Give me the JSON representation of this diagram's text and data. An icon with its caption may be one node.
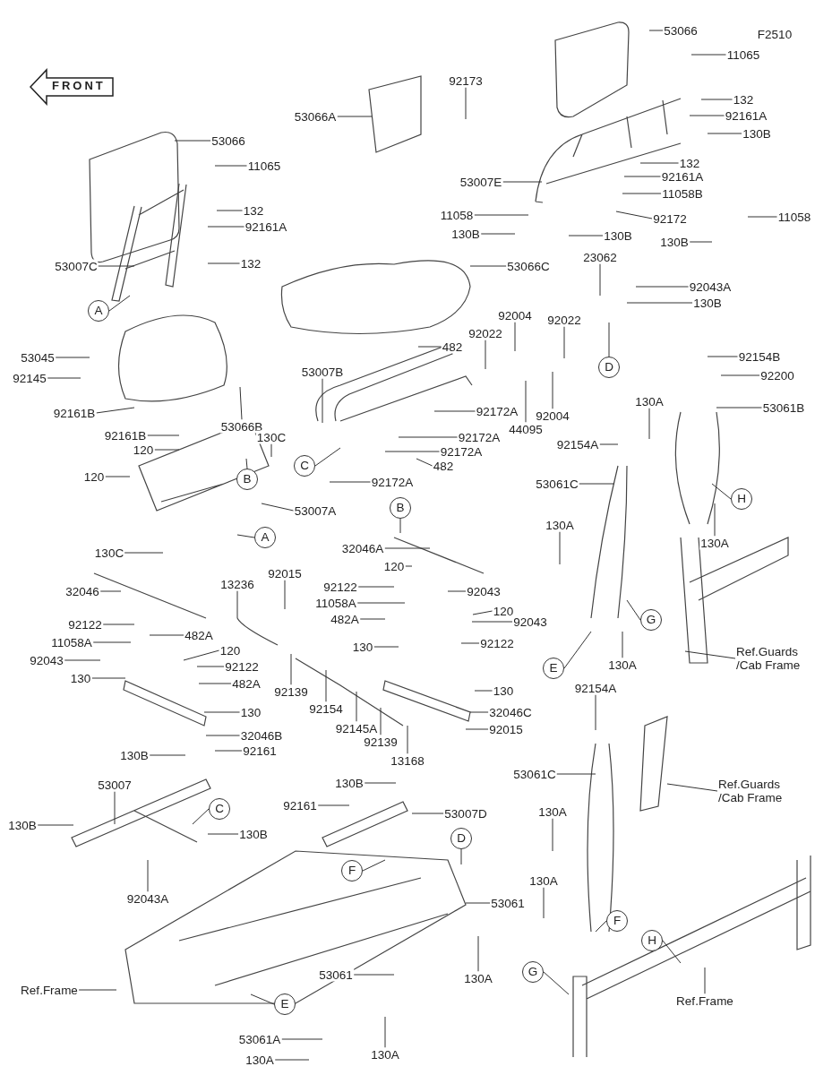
{
  "diagram": {
    "nodes": [
      {
        "text": [
          "FRONT"
        ]
      },
      {
        "text": [
          "53066"
        ]
      },
      {
        "text": [
          "11065"
        ]
      },
      {
        "text": [
          "132"
        ]
      },
      {
        "text": [
          "92161A"
        ]
      },
      {
        "text": [
          "53007C"
        ]
      },
      {
        "text": [
          "132"
        ]
      },
      {
        "text": [
          "A"
        ]
      },
      {
        "text": [
          "53066A"
        ]
      },
      {
        "text": [
          "92173"
        ]
      },
      {
        "text": [
          "53066"
        ]
      },
      {
        "text": [
          "11065"
        ]
      },
      {
        "text": [
          "132"
        ]
      },
      {
        "text": [
          "92161A"
        ]
      },
      {
        "text": [
          "130B"
        ]
      },
      {
        "text": [
          "132"
        ]
      },
      {
        "text": [
          "92161A"
        ]
      },
      {
        "text": [
          "53007E"
        ]
      },
      {
        "text": [
          "11058B"
        ]
      },
      {
        "text": [
          "11058"
        ]
      },
      {
        "text": [
          "92172"
        ]
      },
      {
        "text": [
          "11058"
        ]
      },
      {
        "text": [
          "130B"
        ]
      },
      {
        "text": [
          "130B"
        ]
      },
      {
        "text": [
          "130B"
        ]
      },
      {
        "text": [
          "53066C"
        ]
      },
      {
        "text": [
          "23062"
        ]
      },
      {
        "text": [
          "92043A"
        ]
      },
      {
        "text": [
          "130B"
        ]
      },
      {
        "text": [
          "D"
        ]
      },
      {
        "text": [
          "92004"
        ]
      },
      {
        "text": [
          "92022"
        ]
      },
      {
        "text": [
          "92022"
        ]
      },
      {
        "text": [
          "482"
        ]
      },
      {
        "text": [
          "53045"
        ]
      },
      {
        "text": [
          "92145"
        ]
      },
      {
        "text": [
          "53066B"
        ]
      },
      {
        "text": [
          "53007B"
        ]
      },
      {
        "text": [
          "92161B"
        ]
      },
      {
        "text": [
          "92161B"
        ]
      },
      {
        "text": [
          "92172A"
        ]
      },
      {
        "text": [
          "92004"
        ]
      },
      {
        "text": [
          "44095"
        ]
      },
      {
        "text": [
          "92172A"
        ]
      },
      {
        "text": [
          "92172A"
        ]
      },
      {
        "text": [
          "482"
        ]
      },
      {
        "text": [
          "92172A"
        ]
      },
      {
        "text": [
          "C"
        ]
      },
      {
        "text": [
          "120"
        ]
      },
      {
        "text": [
          "130C"
        ]
      },
      {
        "text": [
          "120"
        ]
      },
      {
        "text": [
          "B"
        ]
      },
      {
        "text": [
          "53007A"
        ]
      },
      {
        "text": [
          "A"
        ]
      },
      {
        "text": [
          "92154A"
        ]
      },
      {
        "text": [
          "53061C"
        ]
      },
      {
        "text": [
          "130A"
        ]
      },
      {
        "text": [
          "92154B"
        ]
      },
      {
        "text": [
          "92200"
        ]
      },
      {
        "text": [
          "53061B"
        ]
      },
      {
        "text": [
          "H"
        ]
      },
      {
        "text": [
          "130A"
        ]
      },
      {
        "text": [
          "B"
        ]
      },
      {
        "text": [
          "32046A"
        ]
      },
      {
        "text": [
          "130C"
        ]
      },
      {
        "text": [
          "120"
        ]
      },
      {
        "text": [
          "13236"
        ]
      },
      {
        "text": [
          "92015"
        ]
      },
      {
        "text": [
          "92122"
        ]
      },
      {
        "text": [
          "92043"
        ]
      },
      {
        "text": [
          "32046"
        ]
      },
      {
        "text": [
          "11058A"
        ]
      },
      {
        "text": [
          "482A"
        ]
      },
      {
        "text": [
          "120"
        ]
      },
      {
        "text": [
          "92043"
        ]
      },
      {
        "text": [
          "92122"
        ]
      },
      {
        "text": [
          "92122"
        ]
      },
      {
        "text": [
          "482A"
        ]
      },
      {
        "text": [
          "11058A"
        ]
      },
      {
        "text": [
          "130"
        ]
      },
      {
        "text": [
          "120"
        ]
      },
      {
        "text": [
          "92043"
        ]
      },
      {
        "text": [
          "92122"
        ]
      },
      {
        "text": [
          "130"
        ]
      },
      {
        "text": [
          "482A"
        ]
      },
      {
        "text": [
          "92139"
        ]
      },
      {
        "text": [
          "130"
        ]
      },
      {
        "text": [
          "92154"
        ]
      },
      {
        "text": [
          "130"
        ]
      },
      {
        "text": [
          "32046C"
        ]
      },
      {
        "text": [
          "92145A"
        ]
      },
      {
        "text": [
          "92015"
        ]
      },
      {
        "text": [
          "32046B"
        ]
      },
      {
        "text": [
          "92139"
        ]
      },
      {
        "text": [
          "13168"
        ]
      },
      {
        "text": [
          "130B"
        ]
      },
      {
        "text": [
          "92161"
        ]
      },
      {
        "text": [
          "92154A"
        ]
      },
      {
        "text": [
          "53061C"
        ]
      },
      {
        "text": [
          "53007"
        ]
      },
      {
        "text": [
          "130B"
        ]
      },
      {
        "text": [
          "C"
        ]
      },
      {
        "text": [
          "130B"
        ]
      },
      {
        "text": [
          "130B"
        ]
      },
      {
        "text": [
          "92161"
        ]
      },
      {
        "text": [
          "53007D"
        ]
      },
      {
        "text": [
          "Ref.Guards /Cab Frame"
        ]
      },
      {
        "text": [
          "D"
        ]
      },
      {
        "text": [
          "130A"
        ]
      },
      {
        "text": [
          "F"
        ]
      },
      {
        "text": [
          "92043A"
        ]
      },
      {
        "text": [
          "130A"
        ]
      },
      {
        "text": [
          "53061"
        ]
      },
      {
        "text": [
          "F"
        ]
      },
      {
        "text": [
          "H"
        ]
      },
      {
        "text": [
          "53061"
        ]
      },
      {
        "text": [
          "130A"
        ]
      },
      {
        "text": [
          "G"
        ]
      },
      {
        "text": [
          "Ref.Frame"
        ]
      },
      {
        "text": [
          "Ref.Frame"
        ]
      },
      {
        "text": [
          "E"
        ]
      },
      {
        "text": [
          "53061A"
        ]
      },
      {
        "text": [
          "130A"
        ]
      },
      {
        "text": [
          "130A"
        ]
      },
      {
        "text": [
          "130A"
        ]
      },
      {
        "text": [
          "G"
        ]
      },
      {
        "text": [
          "130A"
        ]
      },
      {
        "text": [
          "E"
        ]
      },
      {
        "text": [
          "Ref.Guards /Cab Frame"
        ]
      }
    ],
    "edges": [
      {
        "from": 1,
        "to": null,
        "arrow": "none"
      },
      {
        "from": 2,
        "to": null,
        "arrow": "none"
      },
      {
        "from": 3,
        "to": null,
        "arrow": "none"
      },
      {
        "from": 4,
        "to": null,
        "arrow": "none"
      },
      {
        "from": 5,
        "to": null,
        "arrow": "none"
      },
      {
        "from": 6,
        "to": null,
        "arrow": "none"
      },
      {
        "from": 7,
        "to": null,
        "arrow": "none"
      },
      {
        "from": 8,
        "to": null,
        "arrow": "none"
      },
      {
        "from": 9,
        "to": null,
        "arrow": "none"
      },
      {
        "from": 10,
        "to": null,
        "arrow": "none"
      },
      {
        "from": 11,
        "to": null,
        "arrow": "none"
      },
      {
        "from": 12,
        "to": null,
        "arrow": "none"
      },
      {
        "from": 13,
        "to": null,
        "arrow": "none"
      },
      {
        "from": 14,
        "to": null,
        "arrow": "none"
      },
      {
        "from": 15,
        "to": null,
        "arrow": "none"
      },
      {
        "from": 16,
        "to": null,
        "arrow": "none"
      },
      {
        "from": 17,
        "to": null,
        "arrow": "none"
      },
      {
        "from": 18,
        "to": null,
        "arrow": "none"
      },
      {
        "from": 19,
        "to": null,
        "arrow": "none"
      },
      {
        "from": 20,
        "to": null,
        "arrow": "none"
      },
      {
        "from": 21,
        "to": null,
        "arrow": "none"
      },
      {
        "from": 22,
        "to": null,
        "arrow": "none"
      },
      {
        "from": 23,
        "to": null,
        "arrow": "none"
      },
      {
        "from": 24,
        "to": null,
        "arrow": "none"
      },
      {
        "from": 25,
        "to": null,
        "arrow": "none"
      },
      {
        "from": 26,
        "to": null,
        "arrow": "none"
      },
      {
        "from": 27,
        "to": null,
        "arrow": "none"
      },
      {
        "from": 28,
        "to": null,
        "arrow": "none"
      },
      {
        "from": 29,
        "to": null,
        "arrow": "none"
      },
      {
        "from": 30,
        "to": null,
        "arrow": "none"
      },
      {
        "from": 31,
        "to": null,
        "arrow": "none"
      },
      {
        "from": 32,
        "to": null,
        "arrow": "none"
      },
      {
        "from": 33,
        "to": null,
        "arrow": "none"
      },
      {
        "from": 34,
        "to": null,
        "arrow": "none"
      },
      {
        "from": 35,
        "to": null,
        "arrow": "none"
      },
      {
        "from": 36,
        "to": null,
        "arrow": "none"
      },
      {
        "from": 37,
        "to": null,
        "arrow": "none"
      },
      {
        "from": 38,
        "to": null,
        "arrow": "none"
      },
      {
        "from": 39,
        "to": null,
        "arrow": "none"
      },
      {
        "from": 40,
        "to": null,
        "arrow": "none"
      },
      {
        "from": 41,
        "to": null,
        "arrow": "none"
      },
      {
        "from": 42,
        "to": null,
        "arrow": "none"
      },
      {
        "from": 43,
        "to": null,
        "arrow": "none"
      },
      {
        "from": 44,
        "to": null,
        "arrow": "none"
      },
      {
        "from": 45,
        "to": null,
        "arrow": "none"
      },
      {
        "from": 46,
        "to": null,
        "arrow": "none"
      },
      {
        "from": 47,
        "to": null,
        "arrow": "none"
      },
      {
        "from": 48,
        "to": null,
        "arrow": "none"
      },
      {
        "from": 49,
        "to": null,
        "arrow": "none"
      },
      {
        "from": 50,
        "to": null,
        "arrow": "none"
      },
      {
        "from": 51,
        "to": null,
        "arrow": "none"
      },
      {
        "from": 52,
        "to": null,
        "arrow": "none"
      },
      {
        "from": 53,
        "to": null,
        "arrow": "none"
      },
      {
        "from": 54,
        "to": null,
        "arrow": "none"
      },
      {
        "from": 55,
        "to": null,
        "arrow": "none"
      },
      {
        "from": 56,
        "to": null,
        "arrow": "none"
      },
      {
        "from": 57,
        "to": null,
        "arrow": "none"
      },
      {
        "from": 58,
        "to": null,
        "arrow": "none"
      },
      {
        "from": 59,
        "to": null,
        "arrow": "none"
      },
      {
        "from": 60,
        "to": null,
        "arrow": "none"
      },
      {
        "from": 61,
        "to": null,
        "arrow": "none"
      },
      {
        "from": 62,
        "to": null,
        "arrow": "none"
      },
      {
        "from": 63,
        "to": null,
        "arrow": "none"
      },
      {
        "from": 64,
        "to": null,
        "arrow": "none"
      },
      {
        "from": 65,
        "to": null,
        "arrow": "none"
      },
      {
        "from": 66,
        "to": null,
        "arrow": "none"
      },
      {
        "from": 67,
        "to": null,
        "arrow": "none"
      },
      {
        "from": 68,
        "to": null,
        "arrow": "none"
      },
      {
        "from": 69,
        "to": null,
        "arrow": "none"
      },
      {
        "from": 70,
        "to": null,
        "arrow": "none"
      },
      {
        "from": 71,
        "to": null,
        "arrow": "none"
      },
      {
        "from": 72,
        "to": null,
        "arrow": "none"
      },
      {
        "from": 73,
        "to": null,
        "arrow": "none"
      },
      {
        "from": 74,
        "to": null,
        "arrow": "none"
      },
      {
        "from": 75,
        "to": null,
        "arrow": "none"
      },
      {
        "from": 76,
        "to": null,
        "arrow": "none"
      },
      {
        "from": 77,
        "to": null,
        "arrow": "none"
      },
      {
        "from": 78,
        "to": null,
        "arrow": "none"
      },
      {
        "from": 79,
        "to": null,
        "arrow": "none"
      },
      {
        "from": 80,
        "to": null,
        "arrow": "none"
      },
      {
        "from": 81,
        "to": null,
        "arrow": "none"
      },
      {
        "from": 82,
        "to": null,
        "arrow": "none"
      },
      {
        "from": 83,
        "to": null,
        "arrow": "none"
      },
      {
        "from": 84,
        "to": null,
        "arrow": "none"
      },
      {
        "from": 85,
        "to": null,
        "arrow": "none"
      },
      {
        "from": 86,
        "to": null,
        "arrow": "none"
      },
      {
        "from": 87,
        "to": null,
        "arrow": "none"
      },
      {
        "from": 88,
        "to": null,
        "arrow": "none"
      },
      {
        "from": 89,
        "to": null,
        "arrow": "none"
      },
      {
        "from": 90,
        "to": null,
        "arrow": "none"
      },
      {
        "from": 91,
        "to": null,
        "arrow": "none"
      },
      {
        "from": 92,
        "to": null,
        "arrow": "none"
      },
      {
        "from": 93,
        "to": null,
        "arrow": "none"
      },
      {
        "from": 94,
        "to": null,
        "arrow": "none"
      },
      {
        "from": 95,
        "to": null,
        "arrow": "none"
      },
      {
        "from": 96,
        "to": null,
        "arrow": "none"
      },
      {
        "from": 97,
        "to": null,
        "arrow": "none"
      },
      {
        "from": 98,
        "to": null,
        "arrow": "none"
      },
      {
        "from": 99,
        "to": null,
        "arrow": "none"
      },
      {
        "from": 100,
        "to": null,
        "arrow": "none"
      },
      {
        "from": 101,
        "to": null,
        "arrow": "none"
      },
      {
        "from": 102,
        "to": null,
        "arrow": "none"
      },
      {
        "from": 103,
        "to": null,
        "arrow": "none"
      },
      {
        "from": 104,
        "to": null,
        "arrow": "none"
      },
      {
        "from": 105,
        "to": null,
        "arrow": "none"
      },
      {
        "from": 106,
        "to": null,
        "arrow": "none"
      },
      {
        "from": 107,
        "to": null,
        "arrow": "none"
      },
      {
        "from": 108,
        "to": null,
        "arrow": "none"
      },
      {
        "from": 109,
        "to": null,
        "arrow": "none"
      },
      {
        "from": 110,
        "to": null,
        "arrow": "none"
      },
      {
        "from": 111,
        "to": null,
        "arrow": "none"
      },
      {
        "from": 112,
        "to": null,
        "arrow": "none"
      },
      {
        "from": 113,
        "to": null,
        "arrow": "none"
      },
      {
        "from": 114,
        "to": null,
        "arrow": "none"
      },
      {
        "from": 115,
        "to": null,
        "arrow": "none"
      },
      {
        "from": 116,
        "to": null,
        "arrow": "none"
      },
      {
        "from": 117,
        "to": null,
        "arrow": "none"
      },
      {
        "from": 118,
        "to": null,
        "arrow": "none"
      },
      {
        "from": 119,
        "to": null,
        "arrow": "none"
      },
      {
        "from": 120,
        "to": null,
        "arrow": "none"
      },
      {
        "from": 121,
        "to": null,
        "arrow": "none"
      },
      {
        "from": 122,
        "to": null,
        "arrow": "none"
      },
      {
        "from": 123,
        "to": null,
        "arrow": "none"
      },
      {
        "from": 124,
        "to": null,
        "arrow": "none"
      },
      {
        "from": 125,
        "to": null,
        "arrow": "none"
      },
      {
        "from": 126,
        "to": null,
        "arrow": "none"
      },
      {
        "from": 127,
        "to": null,
        "arrow": "none"
      },
      {
        "from": 128,
        "to": null,
        "arrow": "none"
      }
    ],
    "labels": [
      "F2510"
    ]
  }
}
